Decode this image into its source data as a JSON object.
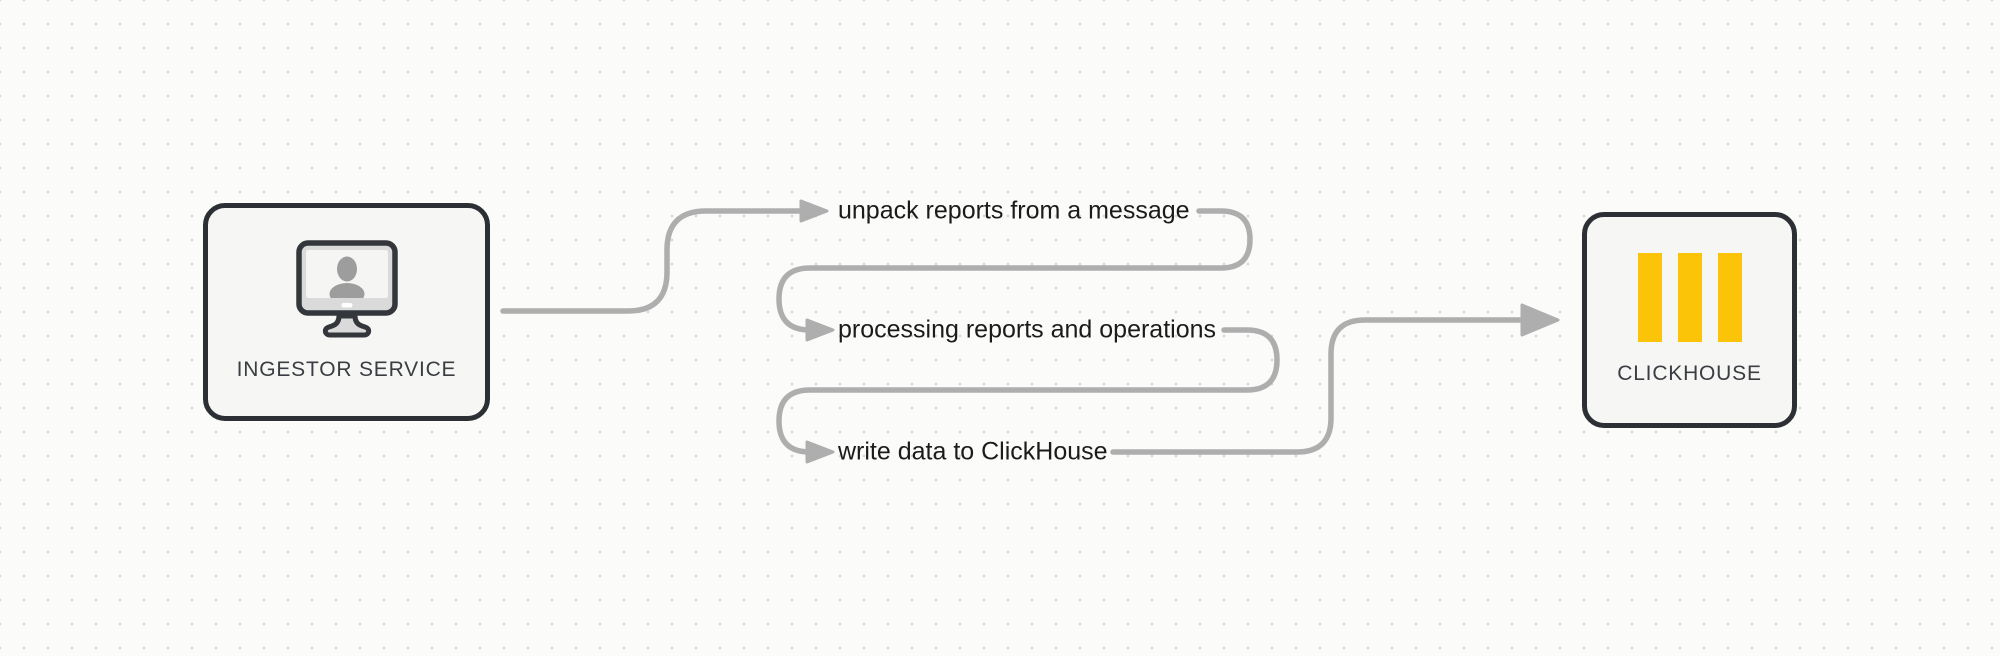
{
  "diagram": {
    "background_color": "#FBFBFA",
    "dot_grid_color": "#D9D9D7",
    "connector_color": "#AEAEAE",
    "step_text_color": "#1B1B1B",
    "node_border_color": "#2C2F34",
    "node_fill_color": "#F6F6F4",
    "node_label_color": "#3A3D42"
  },
  "nodes": [
    {
      "id": "ingestor-service",
      "label": "INGESTOR SERVICE",
      "icon": "monitor-user-icon"
    },
    {
      "id": "clickhouse",
      "label": "CLICKHOUSE",
      "icon": "clickhouse-logo-icon",
      "accent": "#FCC408"
    }
  ],
  "steps": [
    {
      "label": "unpack reports from a message"
    },
    {
      "label": "processing reports and operations"
    },
    {
      "label": "write data to ClickHouse"
    }
  ],
  "edges": [
    {
      "from": "INGESTOR SERVICE",
      "to": "unpack reports from a message"
    },
    {
      "from": "unpack reports from a message",
      "to": "processing reports and operations"
    },
    {
      "from": "processing reports and operations",
      "to": "write data to ClickHouse"
    },
    {
      "from": "write data to ClickHouse",
      "to": "CLICKHOUSE"
    }
  ]
}
